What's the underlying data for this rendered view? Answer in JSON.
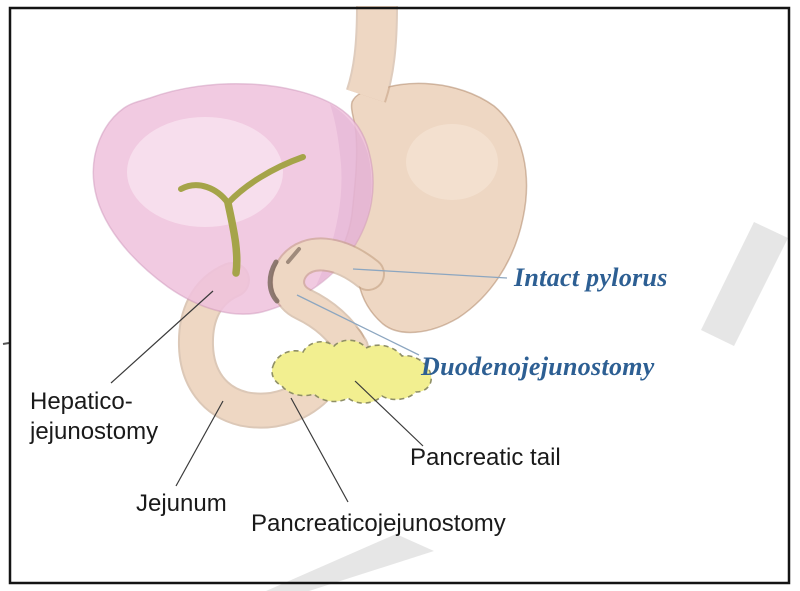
{
  "figure": {
    "labels": {
      "intact_pylorus": "Intact pylorus",
      "duodenojejunostomy": "Duodenojejunostomy",
      "hepaticojejunostomy_line1": "Hepatico-",
      "hepaticojejunostomy_line2": "jejunostomy",
      "jejunum": "Jejunum",
      "pancreaticojejunostomy": "Pancreaticojejunostomy",
      "pancreatic_tail": "Pancreatic tail"
    },
    "colors": {
      "liver_pink": "#f0c3dd",
      "liver_highlight": "#f9e2ef",
      "liver_shade": "#dfa8d0",
      "organ_beige": "#eed7c3",
      "organ_edge": "#c09a7c",
      "pancreas_yellow": "#f2ef90",
      "bile_duct_olive": "#a5a449",
      "notch_brown": "#7d6b5e",
      "label_black": "#1a1a1a",
      "label_blue": "#2d5f93",
      "leader_dark": "#3a3a3a",
      "leader_blue": "#8ca6c0",
      "watermark_gray": "#d9d9d9",
      "frame_black": "#141414"
    }
  }
}
